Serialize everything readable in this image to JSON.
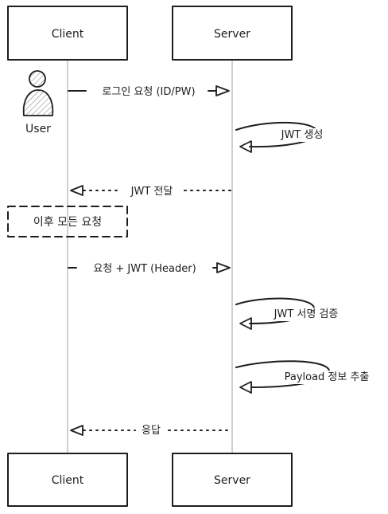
{
  "participants": {
    "client_top": "Client",
    "server_top": "Server",
    "client_bottom": "Client",
    "server_bottom": "Server"
  },
  "actor": {
    "label": "User"
  },
  "messages": {
    "login": "로그인 요청 (ID/PW)",
    "jwt_create": "JWT 생성",
    "jwt_deliver": "JWT 전달",
    "after_all": "이후 모든 요청",
    "request_jwt": "요청 + JWT (Header)",
    "verify": "JWT 서명 검증",
    "extract": "Payload 정보 추출",
    "response": "응답"
  }
}
